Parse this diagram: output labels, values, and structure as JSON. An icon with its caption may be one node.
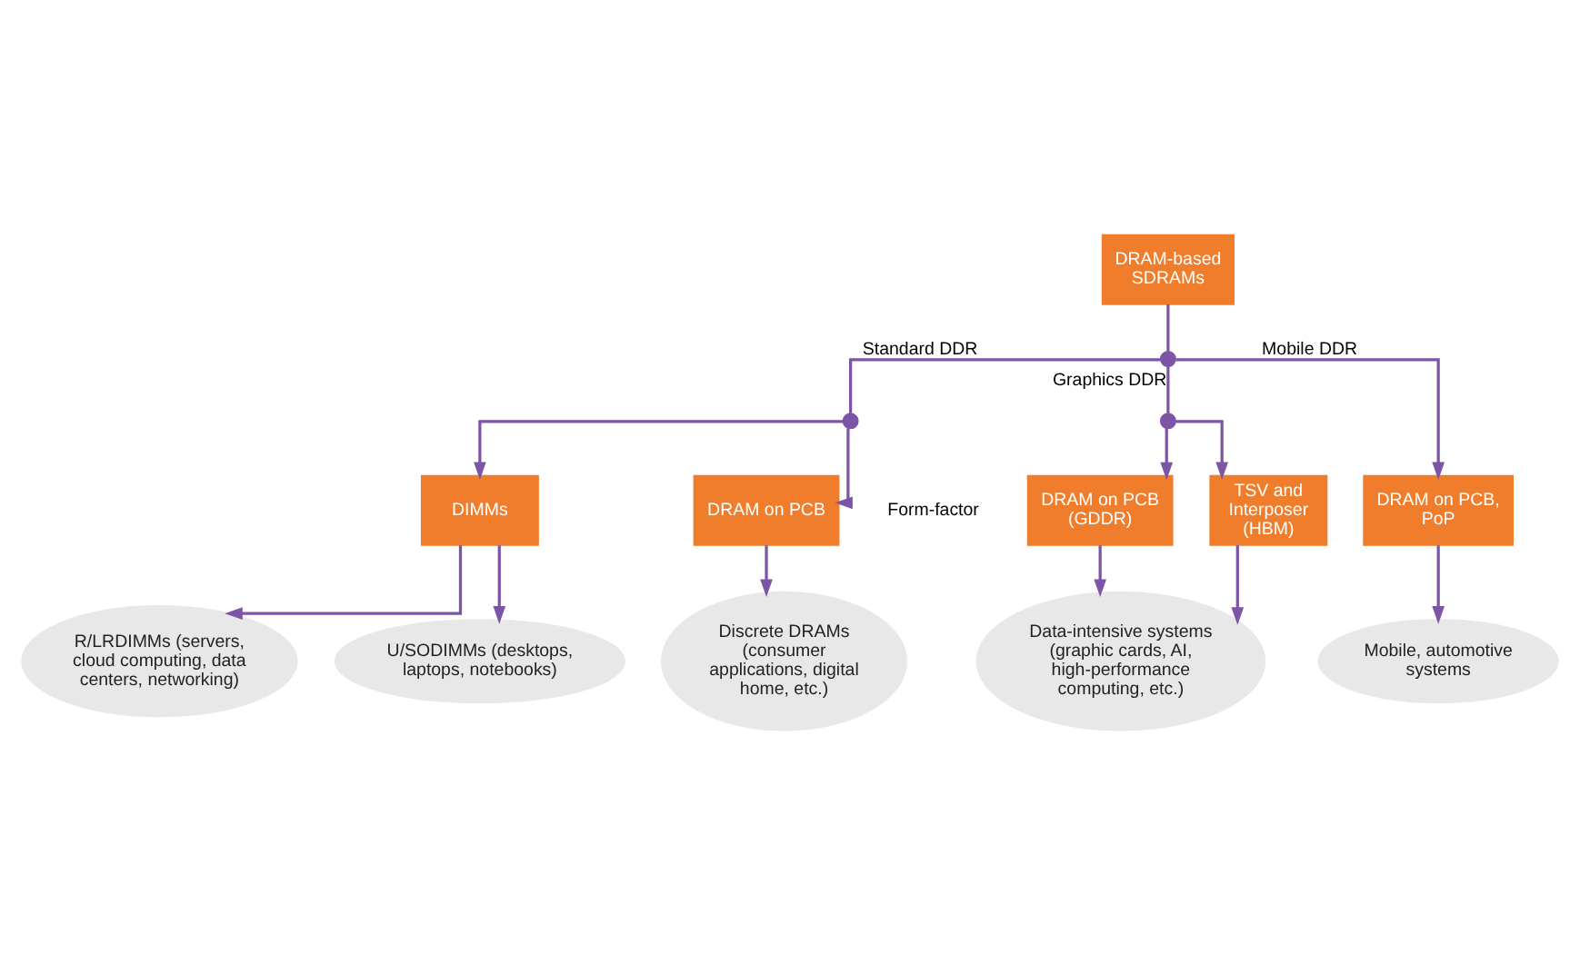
{
  "diagram": {
    "nodes": [
      {
        "text": [
          "DRAM-based SDRAMs"
        ]
      },
      {
        "text": [],
        "shape": "circle"
      },
      {
        "text": [],
        "shape": "circle"
      },
      {
        "text": [],
        "shape": "circle"
      },
      {
        "text": [
          "DIMMs"
        ]
      },
      {
        "text": [
          "DRAM on PCB"
        ]
      },
      {
        "text": [
          "DRAM on PCB, PoP"
        ]
      },
      {
        "text": [
          "DRAM on PCB (GDDR)"
        ]
      },
      {
        "text": [
          "TSV and Interposer (HBM)"
        ]
      },
      {
        "text": [
          "Discrete DRAMs (consumer applications, digital home, etc.)"
        ]
      },
      {
        "text": [
          "Mobile, automotive systems"
        ]
      },
      {
        "text": [
          "Data-intensive systems (graphic cards, AI, high-performance computing, etc.)"
        ]
      },
      {
        "text": [
          "R/LRDIMMs (servers, cloud computing, data centers, networking)"
        ]
      },
      {
        "text": [
          "U/SODIMMs (desktops, laptops, notebooks)"
        ]
      }
    ],
    "edges": [
      {
        "from": 0,
        "to": 1,
        "arrow": "none"
      },
      {
        "from": 1,
        "to": 2,
        "arrow": "none",
        "label": "Standard DDR"
      },
      {
        "from": 1,
        "to": 6,
        "arrow": "to",
        "label": "Mobile DDR"
      },
      {
        "from": 1,
        "to": 3,
        "arrow": "none",
        "label": "Graphics DDR"
      },
      {
        "from": 2,
        "to": 4,
        "arrow": "to"
      },
      {
        "from": 2,
        "to": 5,
        "arrow": "to"
      },
      {
        "from": 3,
        "to": 7,
        "arrow": "to"
      },
      {
        "from": 3,
        "to": 8,
        "arrow": "to"
      },
      {
        "from": 4,
        "to": 12,
        "arrow": "to"
      },
      {
        "from": 4,
        "to": 13,
        "arrow": "to"
      },
      {
        "from": 5,
        "to": 9,
        "arrow": "to"
      },
      {
        "from": 6,
        "to": 10,
        "arrow": "to"
      },
      {
        "from": 7,
        "to": 11,
        "arrow": "to"
      },
      {
        "from": 8,
        "to": 11,
        "arrow": "to"
      }
    ],
    "labels": [
      "Form-factor"
    ]
  }
}
